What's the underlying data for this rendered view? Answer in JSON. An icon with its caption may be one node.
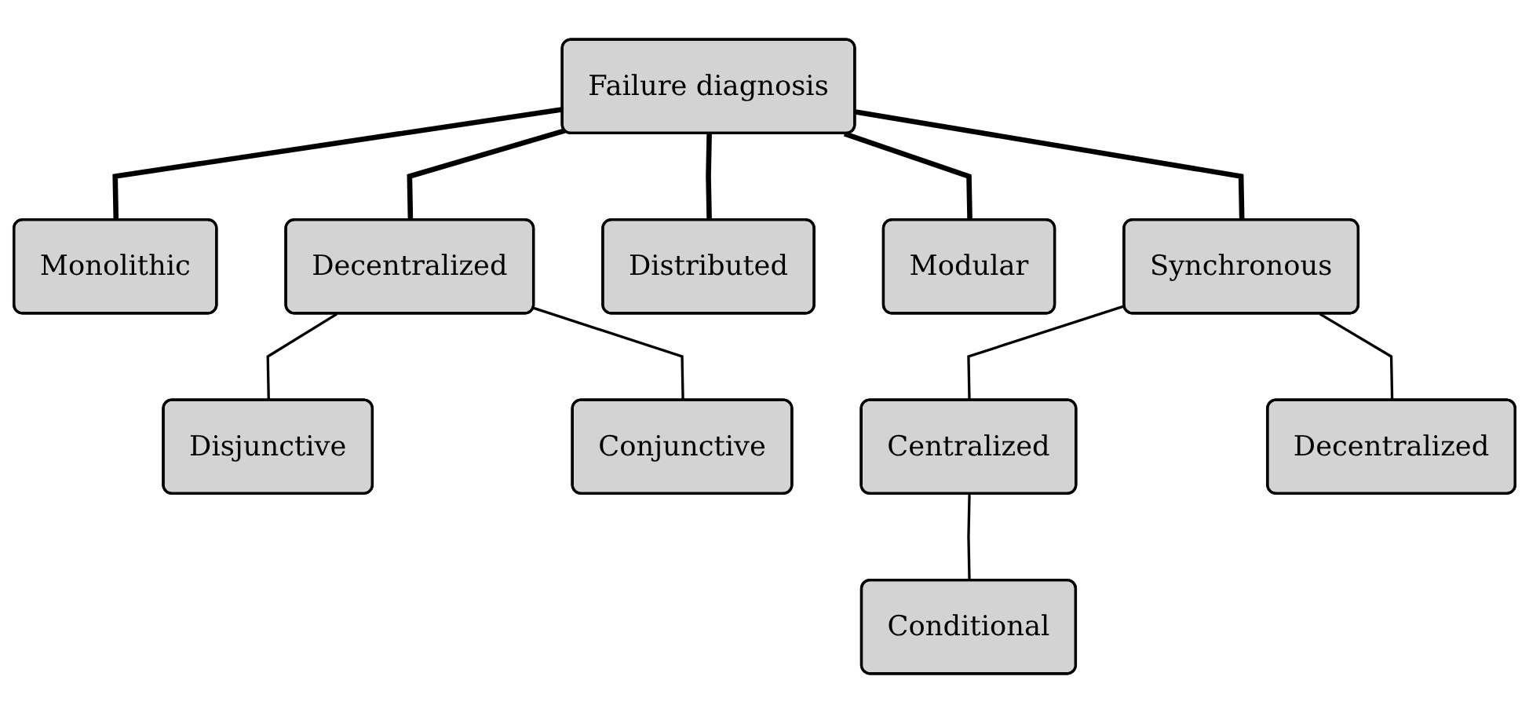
{
  "diagram": {
    "nodes": [
      {
        "text": [
          "Failure diagnosis"
        ]
      },
      {
        "text": [
          "Monolithic"
        ]
      },
      {
        "text": [
          "Decentralized"
        ]
      },
      {
        "text": [
          "Distributed"
        ]
      },
      {
        "text": [
          "Modular"
        ]
      },
      {
        "text": [
          "Synchronous"
        ]
      },
      {
        "text": [
          "Disjunctive"
        ]
      },
      {
        "text": [
          "Conjunctive"
        ]
      },
      {
        "text": [
          "Centralized"
        ]
      },
      {
        "text": [
          "Conditional"
        ]
      },
      {
        "text": [
          "Decentralized"
        ]
      }
    ],
    "edges": [
      {
        "from": 0,
        "to": 1,
        "arrow": "none",
        "style": "thick"
      },
      {
        "from": 0,
        "to": 2,
        "arrow": "none",
        "style": "thick"
      },
      {
        "from": 0,
        "to": 3,
        "arrow": "none",
        "style": "thick"
      },
      {
        "from": 0,
        "to": 4,
        "arrow": "none",
        "style": "thick"
      },
      {
        "from": 0,
        "to": 5,
        "arrow": "none",
        "style": "thick"
      },
      {
        "from": 2,
        "to": 6,
        "arrow": "none"
      },
      {
        "from": 2,
        "to": 7,
        "arrow": "none"
      },
      {
        "from": 5,
        "to": 8,
        "arrow": "none"
      },
      {
        "from": 8,
        "to": 9,
        "arrow": "none"
      },
      {
        "from": 5,
        "to": 10,
        "arrow": "none"
      }
    ]
  }
}
